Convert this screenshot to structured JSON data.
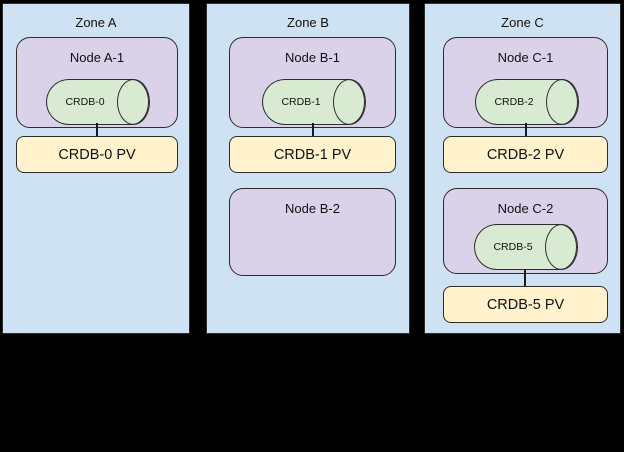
{
  "colors": {
    "background": "#000000",
    "zone_fill": "#cfe2f3",
    "node_fill": "#d9d2e9",
    "disk_fill": "#d9ead3",
    "pv_fill": "#fff2cc",
    "border": "#2d2d2d"
  },
  "zones": [
    {
      "title": "Zone A",
      "node1": {
        "title": "Node A-1",
        "disk": "CRDB-0"
      },
      "pv1": "CRDB-0 PV"
    },
    {
      "title": "Zone B",
      "node1": {
        "title": "Node B-1",
        "disk": "CRDB-1"
      },
      "pv1": "CRDB-1 PV",
      "node2": {
        "title": "Node B-2"
      }
    },
    {
      "title": "Zone C",
      "node1": {
        "title": "Node C-1",
        "disk": "CRDB-2"
      },
      "pv1": "CRDB-2 PV",
      "node2": {
        "title": "Node C-2",
        "disk": "CRDB-5"
      },
      "pv2": "CRDB-5 PV"
    }
  ]
}
